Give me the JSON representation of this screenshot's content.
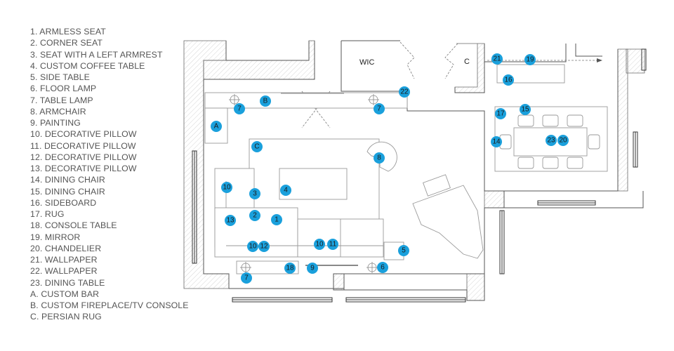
{
  "legend": [
    "1. ARMLESS SEAT",
    "2. CORNER SEAT",
    "3. SEAT WITH  A LEFT ARMREST",
    "4. CUSTOM COFFEE TABLE",
    "5. SIDE TABLE",
    "6. FLOOR LAMP",
    "7. TABLE LAMP",
    "8. ARMCHAIR",
    "9. PAINTING",
    "10. DECORATIVE PILLOW",
    "11. DECORATIVE PILLOW",
    "12. DECORATIVE PILLOW",
    "13. DECORATIVE PILLOW",
    "14. DINING CHAIR",
    "15. DINING CHAIR",
    "16. SIDEBOARD",
    "17. RUG",
    "18. CONSOLE TABLE",
    "19. MIRROR",
    "20. CHANDELIER",
    "21. WALLPAPER",
    "22. WALLPAPER",
    "23. DINING TABLE",
    "A. CUSTOM BAR",
    "B. CUSTOM FIREPLACE/TV CONSOLE",
    "C. PERSIAN RUG"
  ],
  "rooms": {
    "wic": "WIC",
    "closet": "C"
  },
  "markers": [
    {
      "label": "A"
    },
    {
      "label": "B"
    },
    {
      "label": "C"
    },
    {
      "label": "1"
    },
    {
      "label": "2"
    },
    {
      "label": "3"
    },
    {
      "label": "4"
    },
    {
      "label": "5"
    },
    {
      "label": "6"
    },
    {
      "label": "7"
    },
    {
      "label": "7"
    },
    {
      "label": "7"
    },
    {
      "label": "8"
    },
    {
      "label": "9"
    },
    {
      "label": "10"
    },
    {
      "label": "10"
    },
    {
      "label": "10"
    },
    {
      "label": "11"
    },
    {
      "label": "12"
    },
    {
      "label": "13"
    },
    {
      "label": "14"
    },
    {
      "label": "15"
    },
    {
      "label": "16"
    },
    {
      "label": "17"
    },
    {
      "label": "18"
    },
    {
      "label": "19"
    },
    {
      "label": "20"
    },
    {
      "label": "21"
    },
    {
      "label": "22"
    },
    {
      "label": "23"
    }
  ],
  "colors": {
    "marker": "#1aa0dc",
    "wall": "#555555",
    "furniture": "#9a9a9a"
  }
}
